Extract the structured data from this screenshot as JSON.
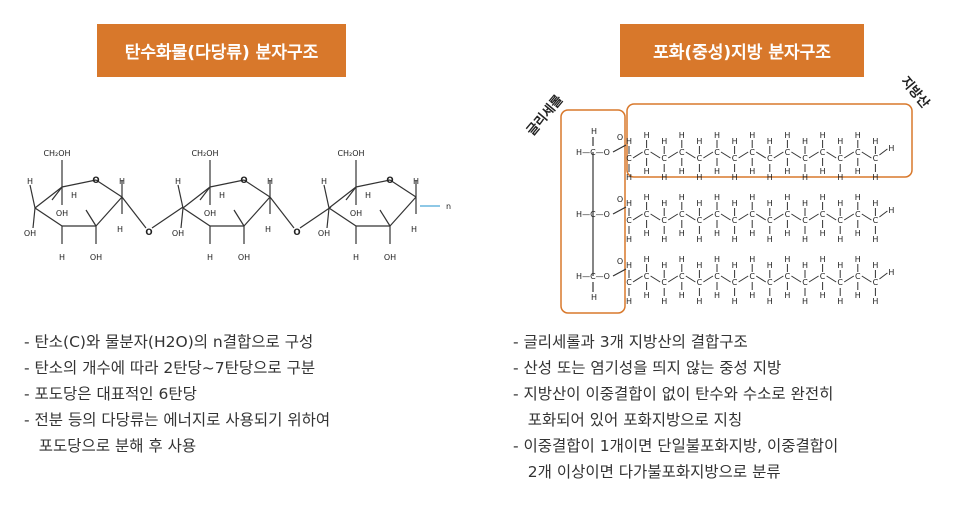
{
  "left": {
    "title": "탄수화물(다당류) 분자구조",
    "structure": {
      "ring_oxygen": "O",
      "glycosidic_oxygen": "O",
      "ch2oh": "CH₂OH",
      "h": "H",
      "oh": "OH",
      "repeat_n": "n"
    },
    "bullets": [
      "- 탄소(C)와 물분자(H2O)의 n결합으로 구성",
      "- 탄소의 개수에 따라 2탄당~7탄당으로 구분",
      "- 포도당은 대표적인 6탄당",
      "- 전분 등의 다당류는 에너지로 사용되기 위하여",
      "   포도당으로 분해 후 사용"
    ]
  },
  "right": {
    "title": "포화(중성)지방 분자구조",
    "glycerol_label": "글리세롤",
    "fatty_acid_label": "지방산",
    "atoms": {
      "c": "C",
      "h": "H",
      "o": "O",
      "hc": "H—C—O"
    },
    "bullets": [
      "- 글리세롤과 3개 지방산의 결합구조",
      "- 산성 또는 염기성을 띄지 않는 중성 지방",
      "- 지방산이 이중결합이 없이 탄수와 수소로 완전히",
      "   포화되어 있어 포화지방으로 지칭",
      "- 이중결합이 1개이면 단일불포화지방, 이중결합이",
      "   2개 이상이면 다가불포화지방으로 분류"
    ]
  },
  "colors": {
    "accent": "#d8782b",
    "repeat_line": "#4aa8d8"
  }
}
